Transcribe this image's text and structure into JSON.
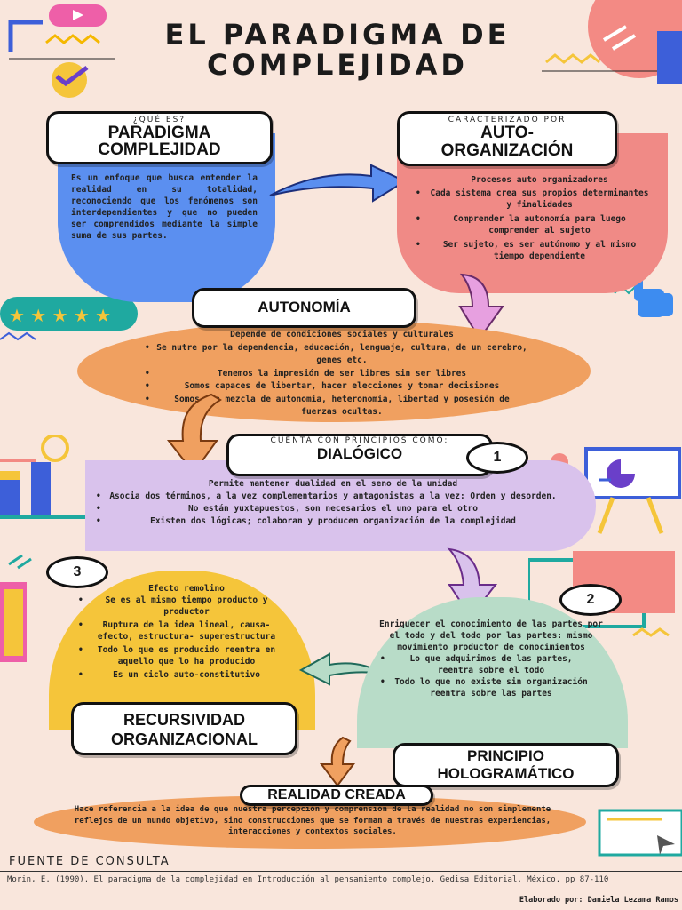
{
  "title": {
    "line1": "EL PARADIGMA DE",
    "line2": "COMPLEJIDAD"
  },
  "paradigma": {
    "kicker": "¿QUÉ ES?",
    "heading": "PARADIGMA COMPLEJIDAD",
    "text": "Es un enfoque que busca entender la realidad en su totalidad, reconociendo que los fenómenos son interdependientes y que no pueden ser comprendidos mediante la simple suma de sus partes."
  },
  "auto": {
    "kicker": "CARACTERIZADO POR",
    "heading": "AUTO-ORGANIZACIÓN",
    "intro": "Procesos auto organizadores",
    "items": [
      "Cada sistema crea sus propios determinantes y finalidades",
      "Comprender la autonomía para luego comprender al sujeto",
      "Ser sujeto, es ser autónomo y al mismo tiempo dependiente"
    ]
  },
  "autonomia": {
    "heading": "AUTONOMÍA",
    "intro": "Depende de condiciones sociales y culturales",
    "items": [
      "Se nutre por la dependencia, educación, lenguaje, cultura, de un cerebro, genes etc.",
      "Tenemos la impresión de ser libres sin ser libres",
      "Somos capaces de libertar, hacer elecciones y tomar decisiones",
      "Somos una mezcla de autonomía, heteronomía, libertad y posesión de fuerzas ocultas."
    ]
  },
  "dialogico": {
    "kicker": "CUENTA CON PRINCIPIOS COMO:",
    "heading": "DIALÓGICO",
    "number": "1",
    "intro": "Permite mantener dualidad en el seno de la unidad",
    "items": [
      "Asocia dos términos, a la vez complementarios y antagonistas a la vez: Orden y desorden.",
      "No están yuxtapuestos, son necesarios el uno para el otro",
      "Existen dos lógicas; colaboran y producen organización de la complejidad"
    ]
  },
  "recursividad": {
    "number": "3",
    "heading_line1": "RECURSIVIDAD",
    "heading_line2": "ORGANIZACIONAL",
    "intro": "Efecto remolino",
    "items": [
      "Se es al mismo tiempo producto y productor",
      "Ruptura de la idea lineal, causa- efecto, estructura- superestructura",
      "Todo lo que es producido reentra en aquello que lo ha producido",
      "Es un ciclo auto-constitutivo"
    ]
  },
  "hologramatico": {
    "number": "2",
    "heading_line1": "PRINCIPIO",
    "heading_line2": "HOLOGRAMÁTICO",
    "intro": "Enriquecer el conocimiento de las partes por el todo y del todo por las partes: mismo movimiento productor de conocimientos",
    "items": [
      "Lo que adquirimos de las partes, reentra sobre el todo",
      "Todo lo que no existe sin organización reentra sobre las partes"
    ]
  },
  "realidad": {
    "heading": "REALIDAD CREADA",
    "text": "Hace referencia a la idea de que nuestra percepción y comprensión de la realidad no son simplemente reflejos de un mundo objetivo, sino construcciones que se forman a través de nuestras experiencias, interacciones y contextos sociales."
  },
  "footer": {
    "heading": "FUENTE DE CONSULTA",
    "citation": "Morin, E. (1990). El paradigma de la complejidad en Introducción al pensamiento complejo. Gedisa Editorial. México. pp 87-110",
    "author": "Elaborado por: Daniela Lezama Ramos"
  },
  "colors": {
    "background": "#f9e6dc",
    "blue": "#5b8ff0",
    "salmon": "#f08a86",
    "orange": "#f0a060",
    "lavender": "#d9c2ec",
    "yellow": "#f5c53a",
    "mint": "#b8dcc8",
    "arrow_pink": "#e7a0e0"
  },
  "decor_icons": [
    "arrow-icon",
    "checkmark-icon",
    "star-icon",
    "pointer-hand-icon",
    "presentation-icon",
    "bar-chart-icon",
    "browser-window-icon"
  ]
}
